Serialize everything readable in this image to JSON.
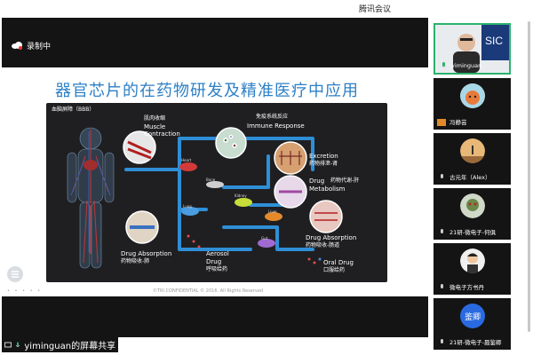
{
  "app": {
    "title": "腾讯会议"
  },
  "recording": {
    "label": "录制中"
  },
  "slide": {
    "title": "器官芯片的在药物研发及精准医疗中应用",
    "footer": "©TRI CONFIDENTIAL © 2016. All Rights Reserved",
    "diagram": {
      "bbb": "血脑屏障（BBB）",
      "muscle_cn": "肌肉收缩",
      "muscle_en1": "Muscle",
      "muscle_en2": "Contraction",
      "immune_cn": "免疫系统反应",
      "immune_en": "Immune Response",
      "excretion_en": "Excretion",
      "excretion_cn": "药物排泄-肾",
      "metab_en1": "Drug",
      "metab_en2": "Metabolism",
      "metab_cn": "药物代谢-肝",
      "drug_abs_left_en": "Drug Absorption",
      "drug_abs_left_cn": "药物吸收-肺",
      "aerosol_en1": "Aerosol",
      "aerosol_en2": "Drug",
      "aerosol_cn": "呼吸给药",
      "drug_abs_right_en": "Drug Absorption",
      "drug_abs_right_cn": "药物吸收-肠道",
      "oral_en": "Oral Drug",
      "oral_cn": "口服给药",
      "heart": "Heart",
      "bone": "Bone",
      "kidney": "Kidney",
      "lung": "Lung",
      "liver": "Liver",
      "gut": "Gut"
    }
  },
  "share": {
    "label": "yiminguan的屏幕共享"
  },
  "participants": [
    {
      "name": "yiminguan",
      "active": true,
      "avatar_text": ""
    },
    {
      "name": "冯静芸",
      "active": false,
      "avatar_text": ""
    },
    {
      "name": "古元年（Alex）",
      "active": false,
      "avatar_text": ""
    },
    {
      "name": "21研-微电子-何俱",
      "active": false,
      "avatar_text": ""
    },
    {
      "name": "微电子方书丹",
      "active": false,
      "avatar_text": ""
    },
    {
      "name": "21研-微电子-聂鉴卿",
      "active": false,
      "avatar_text": "鉴卿"
    }
  ],
  "colors": {
    "accent": "#2d7fc6",
    "active_border": "#2ab26b",
    "dark": "#141414",
    "pipe": "#2f8fd6"
  }
}
